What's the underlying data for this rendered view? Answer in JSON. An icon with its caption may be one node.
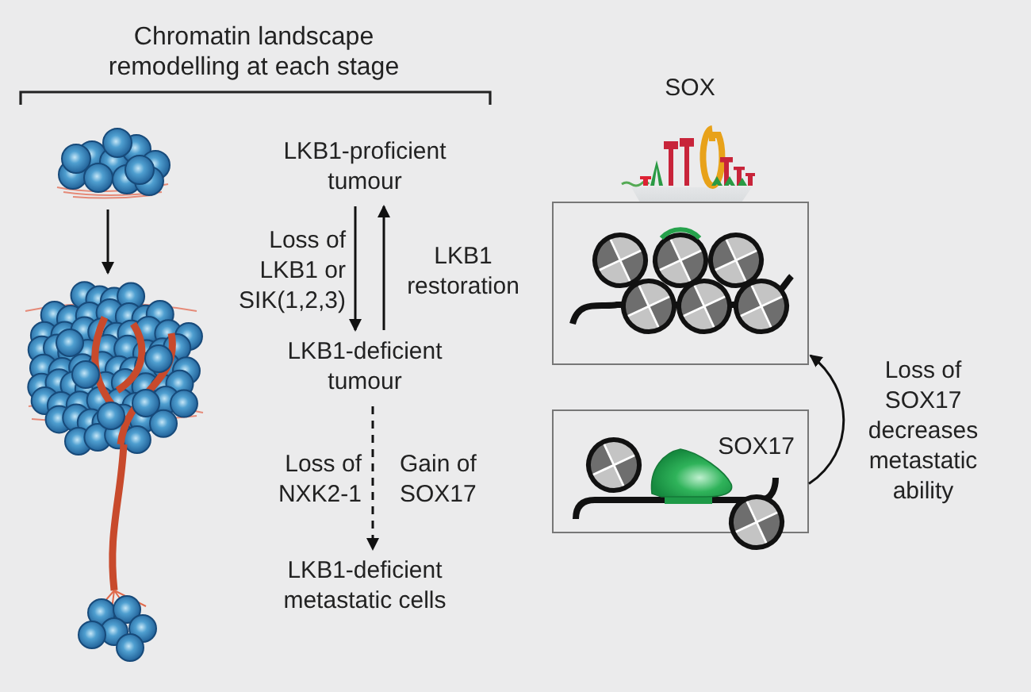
{
  "diagram": {
    "nodes": [
      {
        "text": [],
        "shape": "picture"
      },
      {
        "text": [],
        "shape": "picture"
      },
      {
        "text": [
          "LKB1-proficient tumour"
        ]
      },
      {
        "text": [
          "LKB1-deficient tumour"
        ]
      },
      {
        "text": [
          "LKB1-deficient metastatic cells"
        ]
      },
      {
        "text": [],
        "shape": "box"
      },
      {
        "text": [
          "SOX17"
        ]
      }
    ],
    "edges": [
      {
        "from": 0,
        "to": 1,
        "arrow": "to"
      },
      {
        "from": 2,
        "to": 3,
        "arrow": "to",
        "label": "Loss of LKB1 or SIK(1,2,3)"
      },
      {
        "from": 3,
        "to": 2,
        "arrow": "to",
        "label": "LKB1 restoration"
      },
      {
        "from": 3,
        "to": 4,
        "arrow": "to",
        "style": "dashed",
        "label": "Loss of NXK2-1"
      },
      {
        "from": 6,
        "to": 5,
        "arrow": "to",
        "label": "Loss of SOX17 decreases metastatic ability"
      }
    ],
    "labels": [
      "Chromatin landscape remodelling at each stage",
      "SOX",
      "Gain of SOX17"
    ]
  }
}
